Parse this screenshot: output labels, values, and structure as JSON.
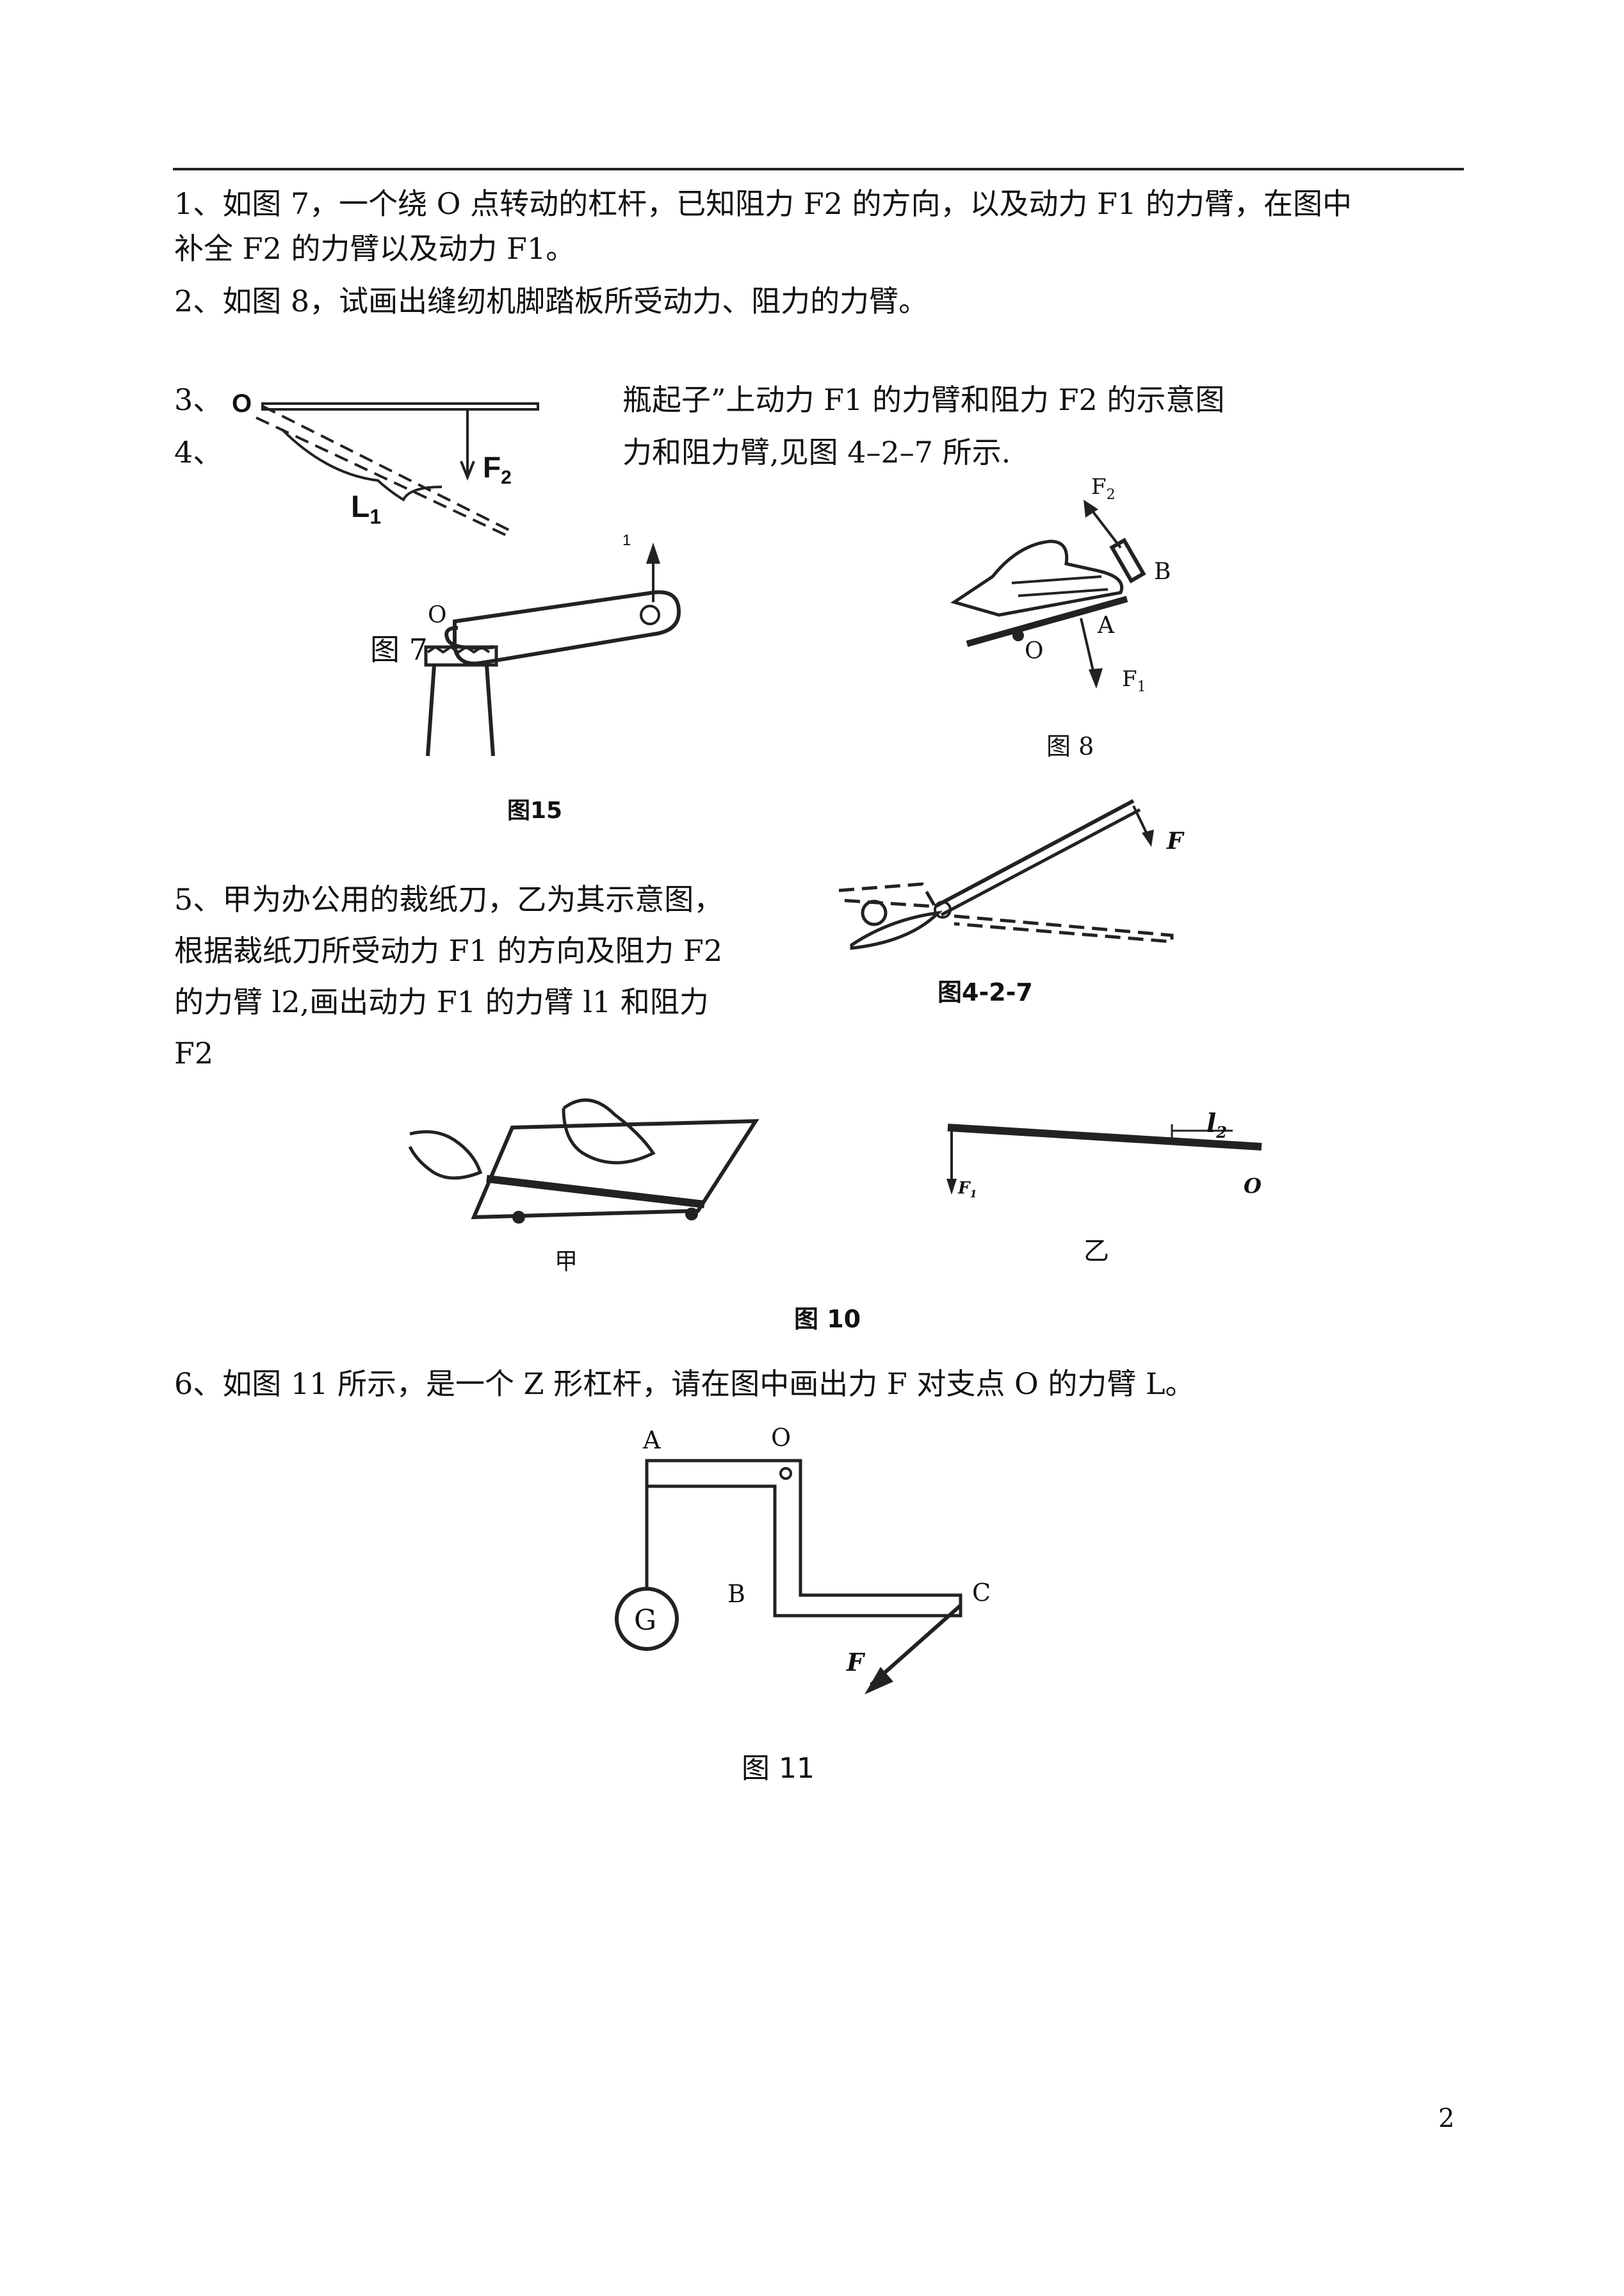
{
  "questions": {
    "q1_line1": "1、如图 7，一个绕 O 点转动的杠杆，已知阻力 F2 的方向，以及动力 F1 的力臂，在图中",
    "q1_line2": "补全 F2 的力臂以及动力 F1。",
    "q2": "2、如图 8，试画出缝纫机脚踏板所受动力、阻力的力臂。",
    "q3_num": "3、",
    "q3_text": "瓶起子”上动力 F1 的力臂和阻力 F2 的示意图",
    "q4_num": "4、",
    "q4_text": "力和阻力臂,见图 4–2–7 所示.",
    "q5_line1": "5、甲为办公用的裁纸刀，乙为其示意图，",
    "q5_line2": "根据裁纸刀所受动力 F1 的方向及阻力 F2",
    "q5_line3": "的力臂 l2,画出动力 F1 的力臂 l1 和阻力",
    "q5_line4": "F2",
    "q6": "6、如图 11 所示，是一个 Z 形杠杆，请在图中画出力 F 对支点 O 的力臂 L。"
  },
  "figures": {
    "fig7": {
      "caption": "图 7",
      "O": "O",
      "F2": "F",
      "F2_sub": "2",
      "L1": "L",
      "L1_sub": "1"
    },
    "fig15": {
      "caption": "图15",
      "O": "O",
      "arrow_label": "1"
    },
    "fig8": {
      "caption": "图 8",
      "F2": "F",
      "F2_sub": "2",
      "F1": "F",
      "F1_sub": "1",
      "A": "A",
      "B": "B",
      "O": "O"
    },
    "fig427": {
      "caption": "图4-2-7",
      "F": "F"
    },
    "fig10": {
      "caption": "图 10",
      "jia": "甲",
      "yi": "乙",
      "F1": "F",
      "F1_sub": "1",
      "l2": "l",
      "l2_sub": "2",
      "O": "O"
    },
    "fig11": {
      "caption": "图 11",
      "A": "A",
      "O": "O",
      "B": "B",
      "C": "C",
      "G": "G",
      "F": "F"
    }
  },
  "page_number": "2"
}
